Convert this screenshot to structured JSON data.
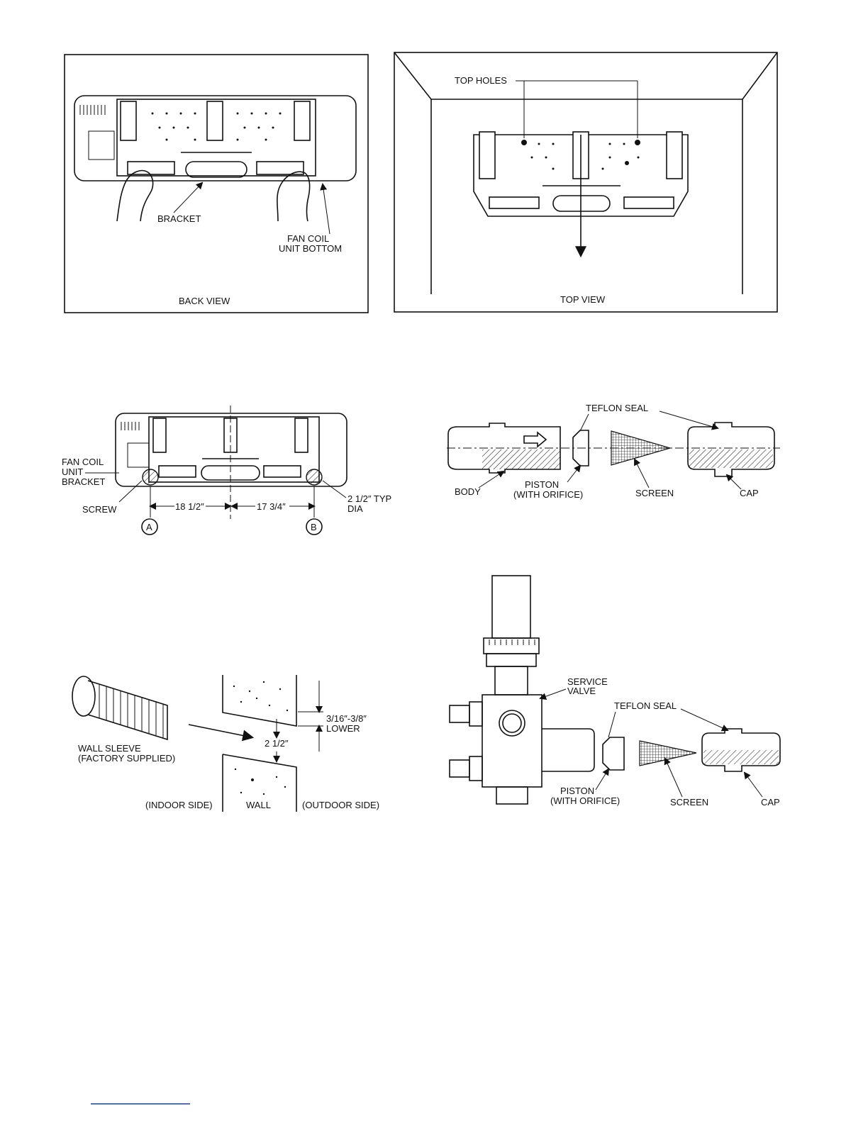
{
  "fig_back_view": {
    "caption": "BACK VIEW",
    "bracket_label": "BRACKET",
    "unit_bottom_label_1": "FAN COIL",
    "unit_bottom_label_2": "UNIT BOTTOM"
  },
  "fig_top_view": {
    "caption": "TOP VIEW",
    "top_holes_label": "TOP HOLES"
  },
  "fig_dimensions": {
    "fan_coil_label_1": "FAN COIL",
    "fan_coil_label_2": "UNIT",
    "fan_coil_label_3": "BRACKET",
    "screw_label": "SCREW",
    "dim_left": "18 1/2″",
    "dim_right": "17 3/4″",
    "dia_label_1": "2 1/2″ TYP",
    "dia_label_2": "DIA",
    "marker_a": "A",
    "marker_b": "B"
  },
  "fig_piston_assembly": {
    "teflon_seal": "TEFLON SEAL",
    "body": "BODY",
    "piston_1": "PISTON",
    "piston_2": "(WITH ORIFICE)",
    "screen": "SCREEN",
    "cap": "CAP"
  },
  "fig_wall_sleeve": {
    "sleeve_1": "WALL SLEEVE",
    "sleeve_2": "(FACTORY SUPPLIED)",
    "offset_1": "3/16″-3/8″",
    "offset_2": "LOWER",
    "hole": "2 1/2″",
    "indoor": "(INDOOR SIDE)",
    "wall": "WALL",
    "outdoor": "(OUTDOOR SIDE)"
  },
  "fig_service_valve": {
    "service_1": "SERVICE",
    "service_2": "VALVE",
    "teflon_seal": "TEFLON SEAL",
    "piston_1": "PISTON",
    "piston_2": "(WITH ORIFICE)",
    "screen": "SCREEN",
    "cap": "CAP"
  }
}
